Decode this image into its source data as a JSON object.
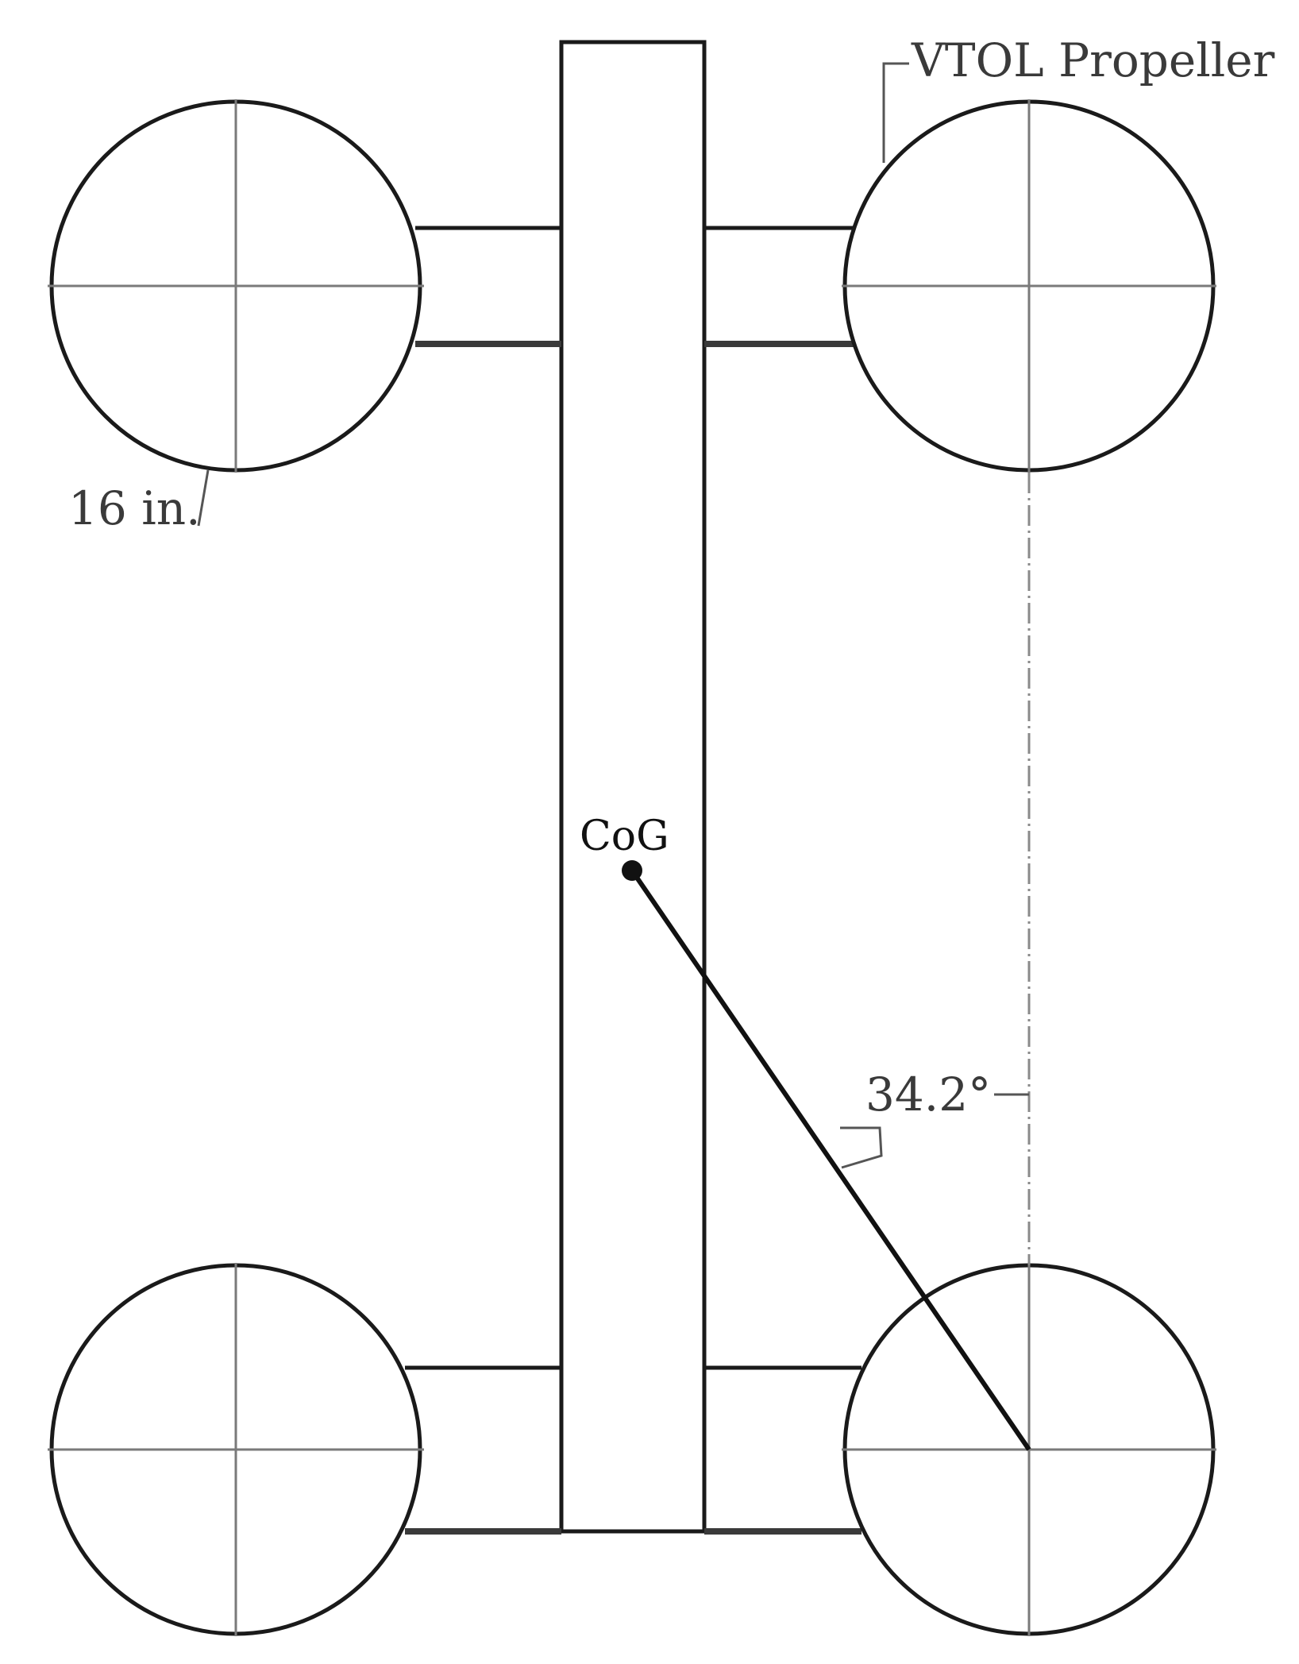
{
  "labels": {
    "vtol_propeller": "VTOL Propeller",
    "propeller_diameter": "16 in.",
    "center_of_gravity": "CoG",
    "angle": "34.2°"
  },
  "colors": {
    "outline": "#1a1a1a",
    "crosshair": "#7a7a7a",
    "reference_line": "#8a8a8a",
    "text": "#3a3a3a"
  }
}
